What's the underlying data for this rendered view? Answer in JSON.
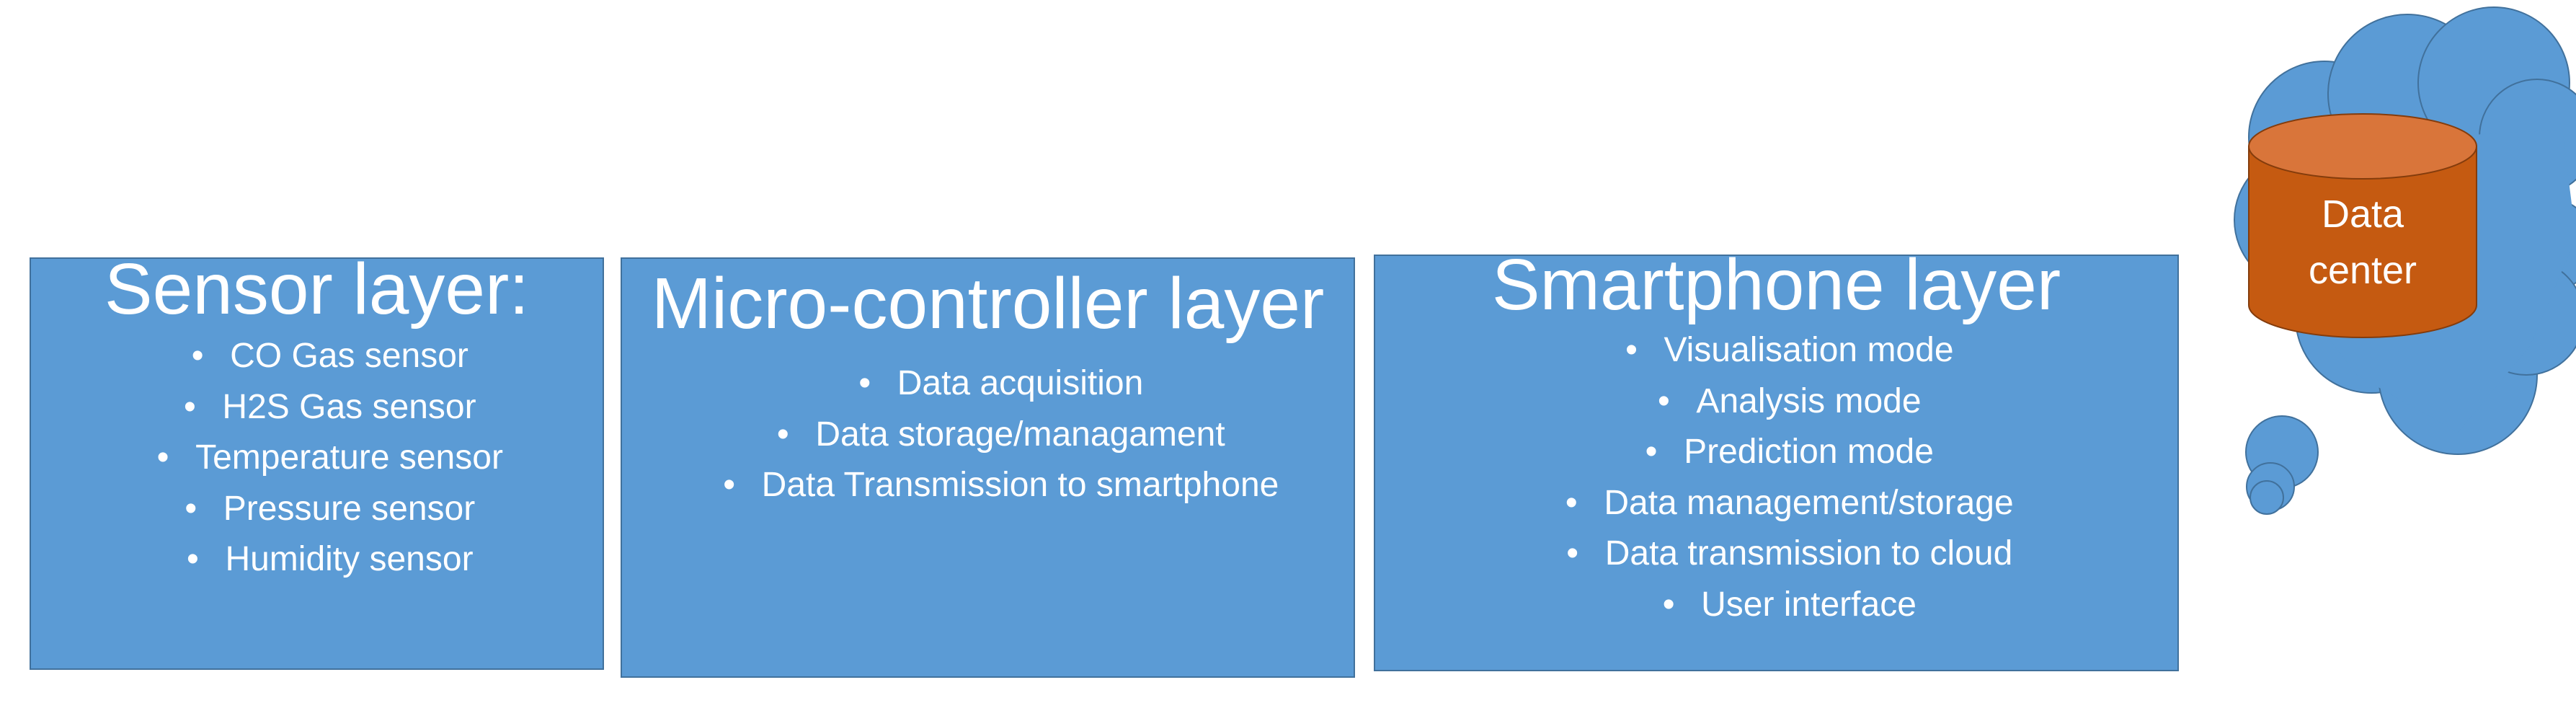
{
  "sensor_layer": {
    "title": "Sensor layer:",
    "items": [
      "CO Gas sensor",
      "H2S Gas sensor",
      "Temperature  sensor",
      "Pressure  sensor",
      "Humidity  sensor"
    ]
  },
  "micro_layer": {
    "title": "Micro-controller layer",
    "items": [
      "Data acquisition",
      "Data storage/managament",
      "Data Transmission to smartphone"
    ]
  },
  "phone_layer": {
    "title": "Smartphone layer",
    "items": [
      "Visualisation mode",
      "Analysis mode",
      "Prediction mode",
      "Data management/storage",
      "Data transmission to cloud",
      "User interface"
    ]
  },
  "cloud": {
    "line1": "Data",
    "line2": "center"
  },
  "colors": {
    "box_fill": "#5b9bd5",
    "box_border": "#41719c",
    "cylinder_fill": "#c55a11",
    "text": "#ffffff"
  }
}
